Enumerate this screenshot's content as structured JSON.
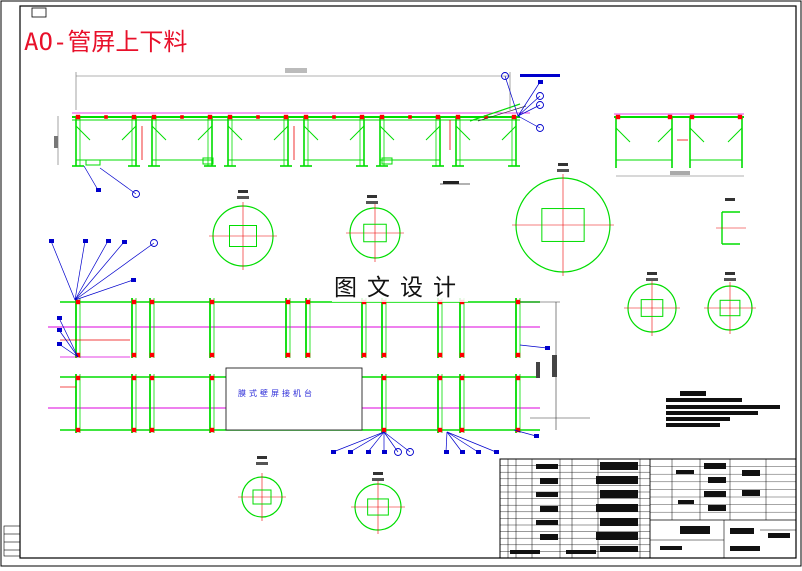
{
  "drawing": {
    "title": "AO-管屏上下料",
    "watermark": "图文设计",
    "device_label": "膜式壁屏接机台"
  },
  "colors": {
    "frame": "#000000",
    "structure": "#00dd00",
    "centerline": "#dd00dd",
    "bolt": "#ff0000",
    "leader": "#0000cc",
    "title": "#e8102a"
  }
}
